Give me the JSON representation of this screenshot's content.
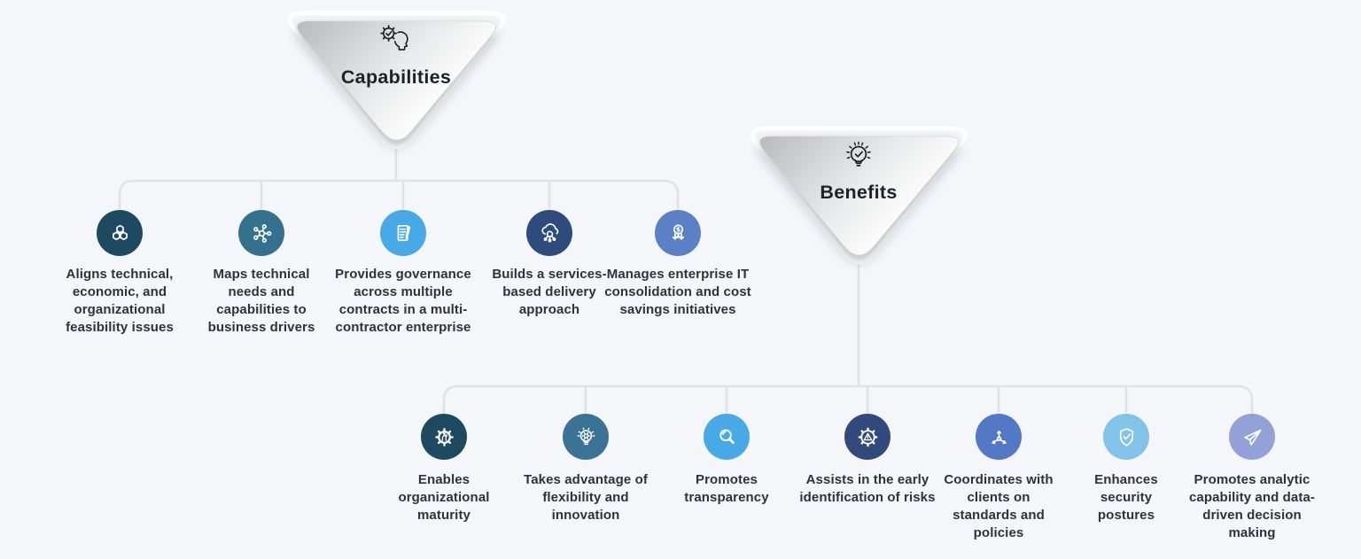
{
  "background_color": "#f4f6fa",
  "connector_color": "#e1e2e5",
  "triangle_gradient": [
    "#b7bbbc",
    "#e9eaeb",
    "#fbfbfb",
    "#eef0f1"
  ],
  "groups": [
    {
      "id": "capabilities",
      "title": "Capabilities",
      "header_icon": "gear-head-icon",
      "items": [
        {
          "label": "Aligns technical, economic, and organizational feasibility issues",
          "icon": "hexagons-icon",
          "color": "#1d4a60"
        },
        {
          "label": "Maps technical needs and capabilities to business drivers",
          "icon": "network-icon",
          "color": "#33718f"
        },
        {
          "label": "Provides governance across multiple contracts in a multi-contractor enterprise",
          "icon": "document-pen-icon",
          "color": "#47a9e5"
        },
        {
          "label": "Builds a services-based delivery approach",
          "icon": "cloud-search-icon",
          "color": "#2e4b7d"
        },
        {
          "label": "Manages enterprise IT consolidation and cost savings initiatives",
          "icon": "dollar-arrows-icon",
          "color": "#5b80c5"
        }
      ]
    },
    {
      "id": "benefits",
      "title": "Benefits",
      "header_icon": "bulb-check-icon",
      "items": [
        {
          "label": "Enables organizational maturity",
          "icon": "gear-circuit-icon",
          "color": "#1d4a60"
        },
        {
          "label": "Takes advantage of flexibility and innovation",
          "icon": "bulb-gear-icon",
          "color": "#3a7396"
        },
        {
          "label": "Promotes transparency",
          "icon": "magnifier-icon",
          "color": "#47a9e5"
        },
        {
          "label": "Assists in the early identification of risks",
          "icon": "gear-warning-icon",
          "color": "#31497b"
        },
        {
          "label": "Coordinates with clients on standards and policies",
          "icon": "axes-arrows-icon",
          "color": "#5379c6"
        },
        {
          "label": "Enhances security postures",
          "icon": "shield-check-icon",
          "color": "#82c3ea"
        },
        {
          "label": "Promotes analytic capability and data-driven decision making",
          "icon": "paper-plane-icon",
          "color": "#92a2d8"
        }
      ]
    }
  ]
}
